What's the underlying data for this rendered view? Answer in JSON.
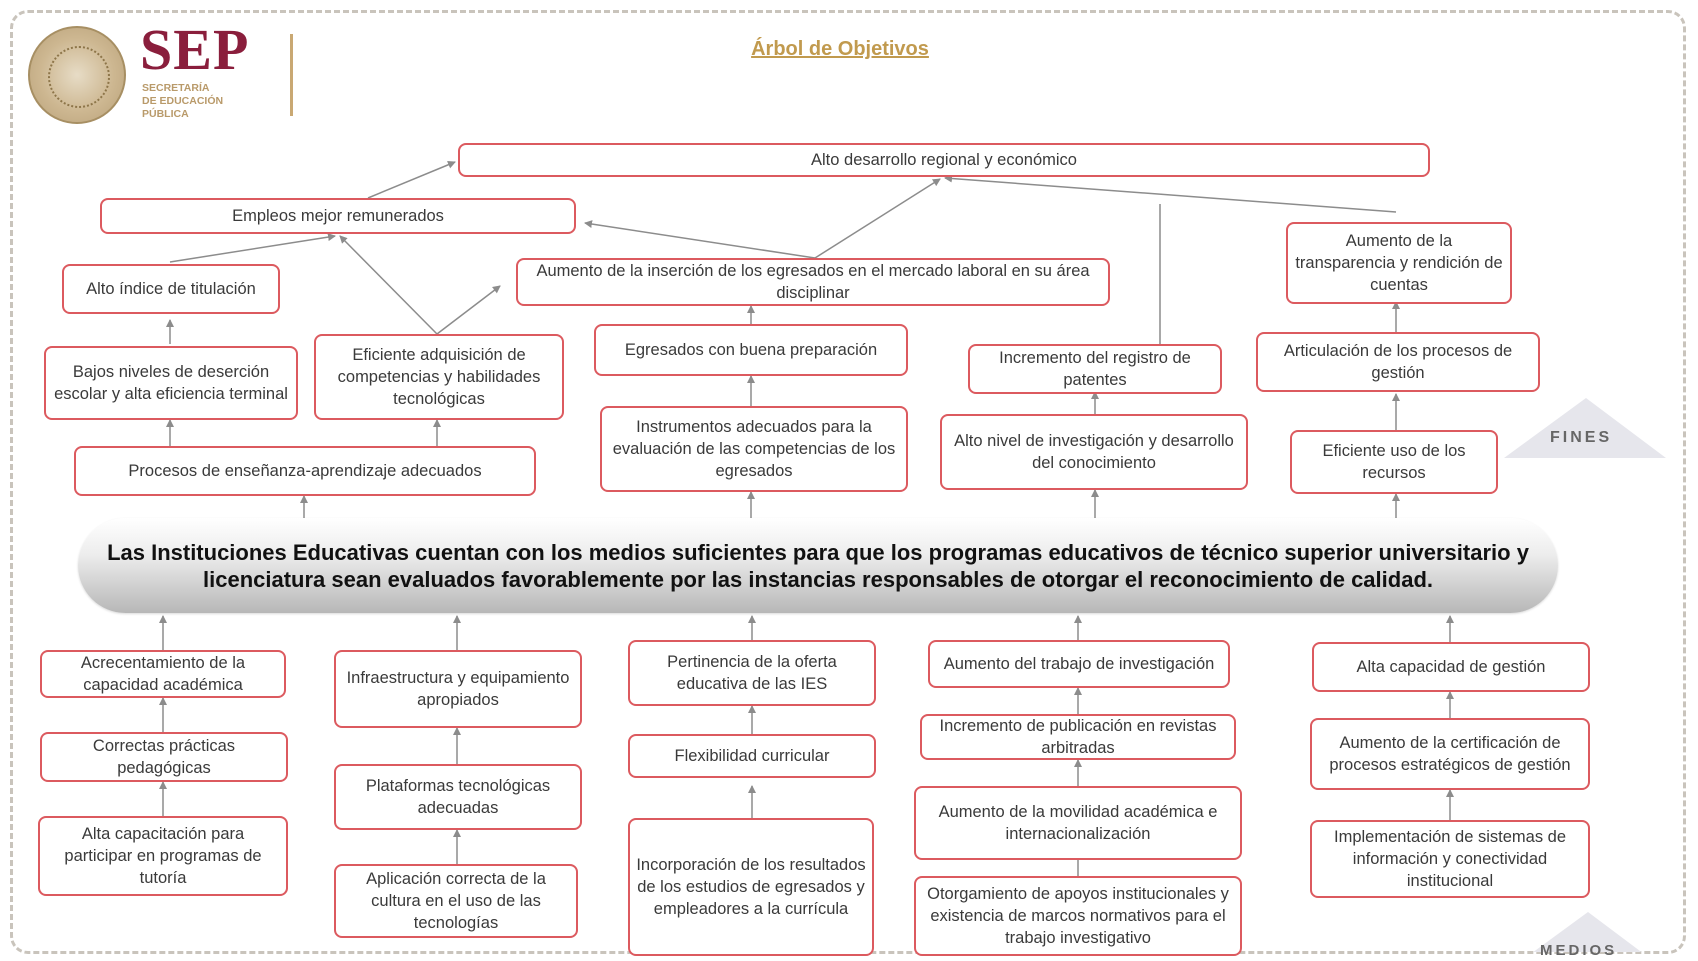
{
  "header": {
    "logo_text": "SEP",
    "logo_subtitle": "SECRETARÍA\nDE EDUCACIÓN\nPÚBLICA",
    "title": "Árbol de Objetivos"
  },
  "central_objective": "Las Instituciones Educativas cuentan con los medios suficientes para que los programas educativos de técnico superior universitario y licenciatura sean evaluados favorablemente por las instancias responsables de otorgar el reconocimiento de calidad.",
  "fines": {
    "label": "FINES",
    "boxes": [
      "Alto desarrollo regional y económico",
      "Empleos mejor remunerados",
      "Alto índice de titulación",
      "Aumento de la inserción de los egresados en el mercado laboral en su área disciplinar",
      "Aumento de la transparencia y rendición de cuentas",
      "Bajos niveles de deserción escolar y alta eficiencia terminal",
      "Eficiente adquisición de competencias y habilidades tecnológicas",
      "Egresados con buena preparación",
      "Incremento del registro de patentes",
      "Articulación de los procesos de gestión",
      "Procesos de enseñanza-aprendizaje adecuados",
      "Instrumentos adecuados para la evaluación de las competencias de los egresados",
      "Alto nivel de investigación y desarrollo del conocimiento",
      "Eficiente uso de los recursos"
    ]
  },
  "medios": {
    "label": "MEDIOS",
    "boxes": [
      "Acrecentamiento de la capacidad académica",
      "Correctas prácticas pedagógicas",
      "Alta capacitación para participar en programas de tutoría",
      "Infraestructura y equipamiento apropiados",
      "Plataformas tecnológicas adecuadas",
      "Aplicación correcta de la cultura en el uso de las tecnologías",
      "Pertinencia de la oferta educativa de las IES",
      "Flexibilidad curricular",
      "Incorporación de los resultados de los estudios de egresados y empleadores a la currícula",
      "Aumento del trabajo de investigación",
      "Incremento de publicación en revistas arbitradas",
      "Aumento de la movilidad académica e internacionalización",
      "Otorgamiento de apoyos institucionales y existencia de marcos normativos para el trabajo investigativo",
      "Alta capacidad de gestión",
      "Aumento de la certificación de procesos estratégicos de gestión",
      "Implementación de sistemas de información y conectividad institucional"
    ]
  },
  "colors": {
    "box_border": "#dc5a5f",
    "logo_red": "#8a1e3c",
    "logo_gold": "#b99a6a",
    "title_gold": "#c19a4e",
    "arrow_gray": "#8c8c8c"
  }
}
